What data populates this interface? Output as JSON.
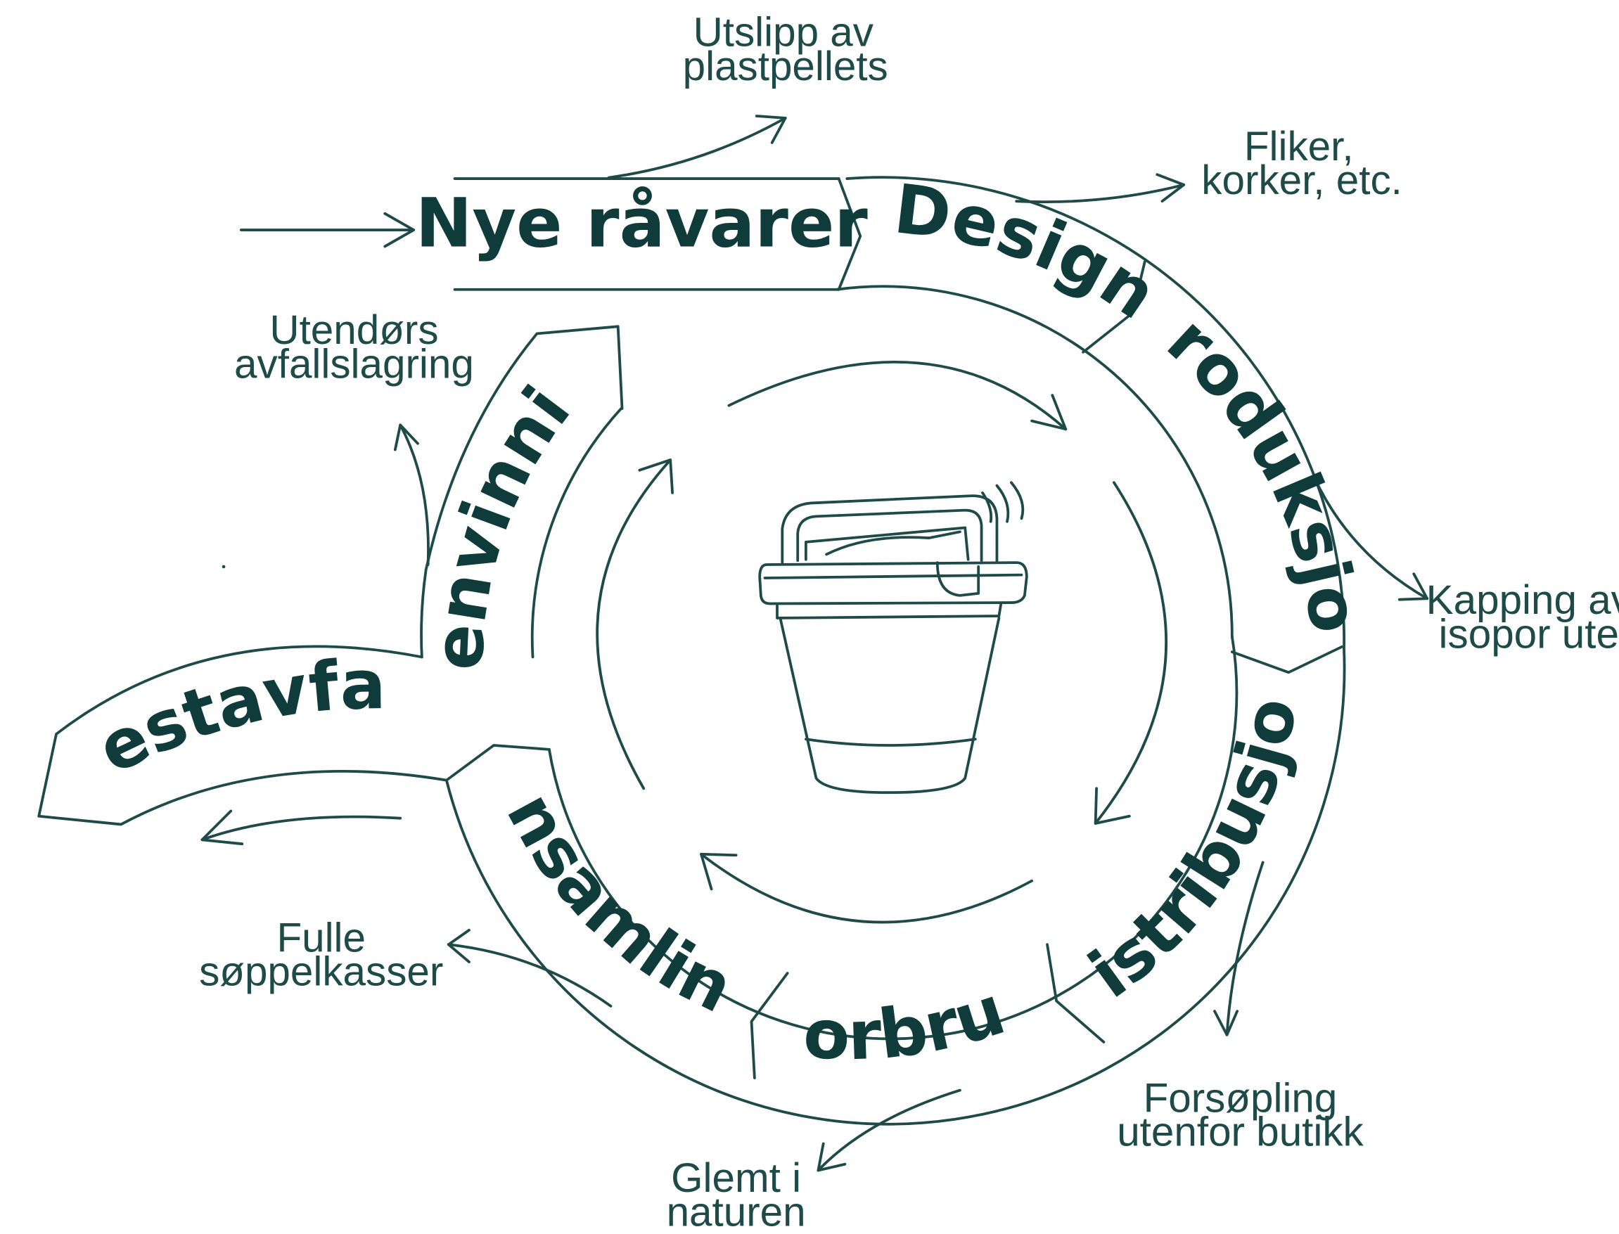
{
  "stages": {
    "nye_ravarer": "Nye råvarer",
    "design": "Design",
    "produksjon": "Produksjon",
    "distribusjon": "Distribusjon",
    "forbruk": "Forbruk",
    "innsamling": "Innsamling",
    "gjenvinning": "Gjenvinning",
    "restavfall": "Restavfall"
  },
  "leaks": {
    "plastpellets": [
      "Utslipp av",
      "plastpellets"
    ],
    "fliker": [
      "Fliker,",
      "korker, etc."
    ],
    "isopor": [
      "Kapping av",
      "isopor ute"
    ],
    "forsopling": [
      "Forsøpling",
      "utenfor butikk"
    ],
    "glemt": [
      "Glemt i",
      "naturen"
    ],
    "fulle": [
      "Fulle",
      "søppelkasser"
    ],
    "utendors": [
      "Utendørs",
      "avfallslagring"
    ]
  },
  "icons": {
    "center": "plastic-tub-icon"
  },
  "colors": {
    "ink": "#1e4a48",
    "text": "#0f3b3a",
    "background": "#ffffff"
  }
}
